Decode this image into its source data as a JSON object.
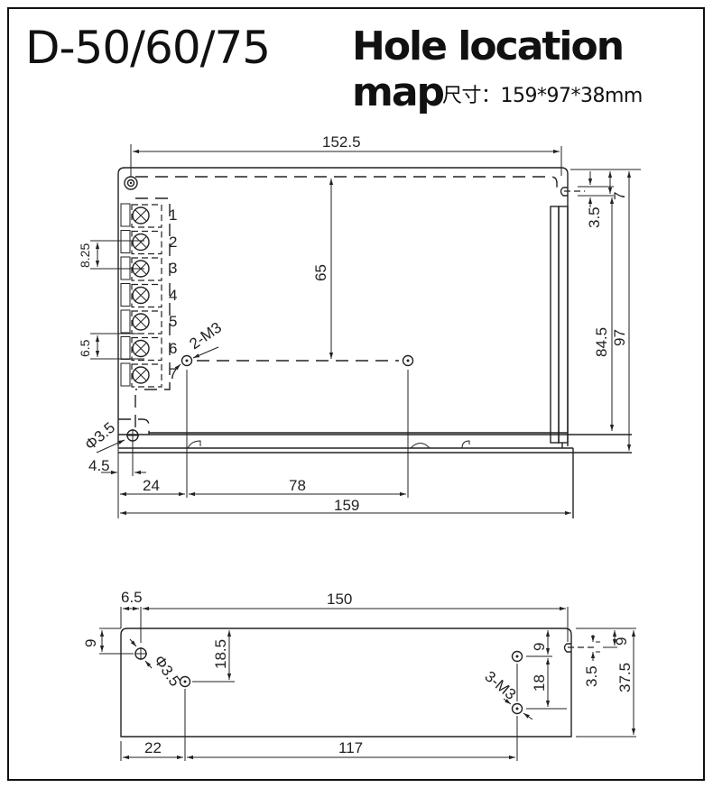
{
  "header": {
    "model": "D-50/60/75",
    "title": "Hole location map",
    "size_label": "尺寸：159*97*38mm"
  },
  "top_view": {
    "dimensions": {
      "width_inner": "152.5",
      "width_total": "159",
      "height_total": "97",
      "height_mount": "84.5",
      "mount_vertical": "65",
      "slot_offset": "7",
      "slot_width": "3.5",
      "left_offset_24": "24",
      "hole_spacing_78": "78",
      "hole_offset_4_5": "4.5",
      "hole_dia": "Φ3.5",
      "terminal_pitch_large": "8.25",
      "terminal_pitch_small": "6.5",
      "screw_label": "2-M3"
    },
    "terminals": [
      "1",
      "2",
      "3",
      "4",
      "5",
      "6",
      "7"
    ]
  },
  "side_view": {
    "dimensions": {
      "left_offset": "6.5",
      "width": "150",
      "hole_top_offset": "9",
      "hole_dia": "Φ3.5",
      "hole_depth": "18.5",
      "left_22": "22",
      "spacing_117": "117",
      "right_top_9": "9",
      "right_18": "18",
      "slot_9": "9",
      "slot_3_5": "3.5",
      "height": "37.5",
      "screw_label": "3-M3"
    }
  }
}
